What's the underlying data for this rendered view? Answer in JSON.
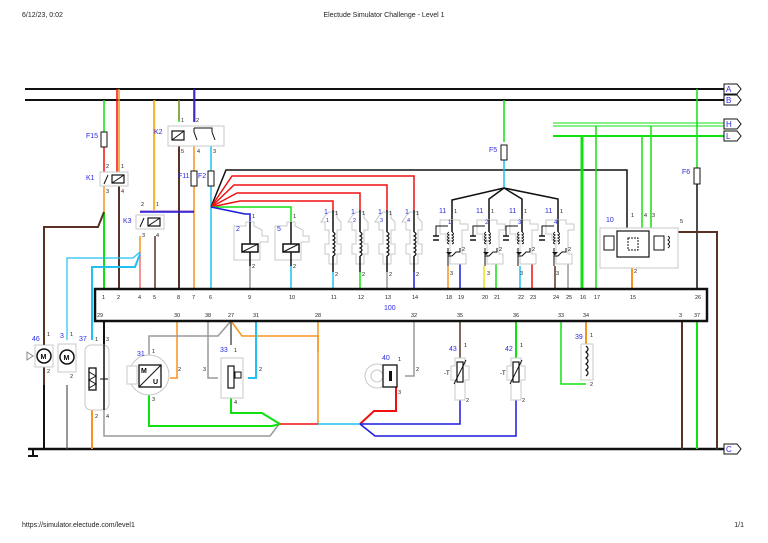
{
  "header": {
    "date": "6/12/23, 0:02",
    "title": "Electude Simulator Challenge - Level 1"
  },
  "footer": {
    "url": "https://simulator.electude.com/level1",
    "page": "1/1"
  },
  "colors": {
    "bus": "#111111",
    "label": "#2a2ae0",
    "red": "#f01010",
    "orange": "#f7941d",
    "green": "#10e010",
    "blue": "#1a1ae0",
    "cyan": "#20c0f0",
    "brown": "#5a3225",
    "gray": "#9a9a9a",
    "yellow": "#f0e010",
    "violet": "#6a1ab0",
    "pink": "#f07070"
  },
  "connectors": [
    {
      "id": "A",
      "label": "A"
    },
    {
      "id": "B",
      "label": "B"
    },
    {
      "id": "H",
      "label": "H"
    },
    {
      "id": "L",
      "label": "L"
    },
    {
      "id": "C",
      "label": "C"
    }
  ],
  "ecu": {
    "label": "100",
    "top_pins": [
      "1",
      "2",
      "4",
      "5",
      "8",
      "7",
      "6",
      "9",
      "10",
      "11",
      "12",
      "13",
      "14",
      "18",
      "19",
      "20",
      "21",
      "22",
      "23",
      "24",
      "25",
      "16",
      "17",
      "15",
      "26"
    ],
    "bottom_pins": [
      "29",
      "30",
      "38",
      "27",
      "31",
      "28",
      "32",
      "35",
      "36",
      "33",
      "34",
      "3",
      "37"
    ]
  },
  "fuses": [
    {
      "label": "F15"
    },
    {
      "label": "F11"
    },
    {
      "label": "F2"
    },
    {
      "label": "F5"
    },
    {
      "label": "F6"
    }
  ],
  "relays": [
    {
      "label": "K1",
      "pins": [
        "2",
        "1",
        "3",
        "4"
      ]
    },
    {
      "label": "K2",
      "pins": [
        "1",
        "2",
        "5",
        "4",
        "3"
      ]
    },
    {
      "label": "K3",
      "pins": [
        "2",
        "1",
        "3",
        "4"
      ]
    }
  ],
  "components": {
    "injectors": [
      {
        "label": "2",
        "pins": [
          "1",
          "2"
        ]
      },
      {
        "label": "5",
        "pins": [
          "1",
          "2"
        ]
      }
    ],
    "spark_plugs": [
      {
        "label": "1",
        "sub": "1",
        "pins": [
          "1",
          "2"
        ]
      },
      {
        "label": "1",
        "sub": "2",
        "pins": [
          "1",
          "2"
        ]
      },
      {
        "label": "1",
        "sub": "3",
        "pins": [
          "1",
          "2"
        ]
      },
      {
        "label": "1",
        "sub": "4",
        "pins": [
          "1",
          "2"
        ]
      }
    ],
    "coils": [
      {
        "label": "11",
        "sub": "1",
        "pins": [
          "1",
          "2",
          "3"
        ]
      },
      {
        "label": "11",
        "sub": "2",
        "pins": [
          "1",
          "2",
          "3"
        ]
      },
      {
        "label": "11",
        "sub": "3",
        "pins": [
          "1",
          "2",
          "3"
        ]
      },
      {
        "label": "11",
        "sub": "4",
        "pins": [
          "1",
          "2",
          "3"
        ]
      }
    ],
    "throttle_module": {
      "label": "10",
      "pins": [
        "1",
        "4",
        "3",
        "5",
        "2"
      ]
    },
    "fan_motor": {
      "label": "46",
      "pins": [
        "1",
        "2"
      ],
      "symbol": "M"
    },
    "fuel_pump": {
      "label": "3",
      "pins": [
        "1",
        "2"
      ],
      "symbol": "M"
    },
    "glow_heater": {
      "label": "37",
      "pins": [
        "1",
        "3",
        "2",
        "4"
      ]
    },
    "idle_motor": {
      "label": "31",
      "pins": [
        "1",
        "2",
        "3"
      ],
      "symbol_top": "M",
      "symbol_bottom": "U"
    },
    "throttle_sensor": {
      "label": "33",
      "pins": [
        "1",
        "2",
        "3",
        "4"
      ]
    },
    "knock_sensor": {
      "label": "40",
      "pins": [
        "1",
        "2",
        "3"
      ]
    },
    "temp_sensor_a": {
      "label": "43",
      "pins": [
        "1",
        "2"
      ],
      "symbol": "-T"
    },
    "temp_sensor_b": {
      "label": "42",
      "pins": [
        "1",
        "2"
      ],
      "symbol": "-T"
    },
    "solenoid": {
      "label": "39",
      "pins": [
        "1",
        "2"
      ]
    }
  }
}
